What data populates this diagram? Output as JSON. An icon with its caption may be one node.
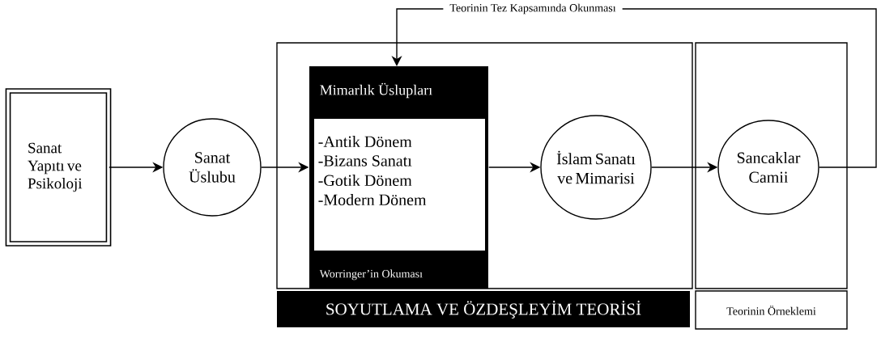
{
  "diagram": {
    "nodes": [
      {
        "text": [
          "Sanat Yapıtı ve Psikoloji"
        ]
      },
      {
        "text": [
          "Sanat Üslubu"
        ]
      },
      {
        "text": [
          "SOYUTLAMA VE ÖZDEŞLEYİM TEORİSİ"
        ]
      },
      {
        "text": [
          "Mimarlık  Üslupları",
          "-Antik Dönem",
          "-Bizans Sanatı",
          "-Gotik Dönem",
          "-Modern Dönem",
          "Worringer’in Okuması"
        ],
        "in": 2
      },
      {
        "text": [
          "İslam Sanatı ve Mimarisi"
        ],
        "in": 2
      },
      {
        "text": [
          "Teorinin Örneklemi"
        ]
      },
      {
        "text": [
          "Sancaklar Camii"
        ],
        "in": 5
      }
    ],
    "edges": [
      {
        "from": 0,
        "to": 1,
        "arrow": "to"
      },
      {
        "from": 1,
        "to": 3,
        "arrow": "to"
      },
      {
        "from": 3,
        "to": 4,
        "arrow": "to"
      },
      {
        "from": 4,
        "to": 6,
        "arrow": "to"
      },
      {
        "from": 6,
        "to": 3,
        "arrow": "to",
        "label": "Teorinin Tez Kapsamında Okunması"
      }
    ]
  }
}
